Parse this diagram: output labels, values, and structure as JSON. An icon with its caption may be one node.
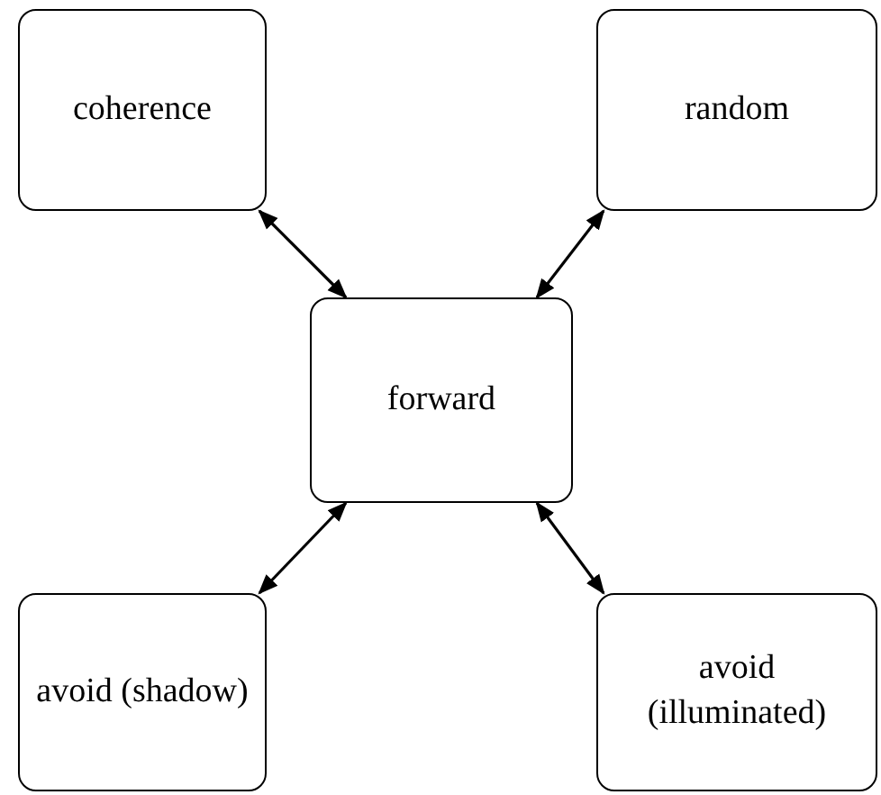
{
  "diagram": {
    "nodes": [
      {
        "text": [
          "coherence"
        ]
      },
      {
        "text": [
          "random"
        ]
      },
      {
        "text": [
          "forward"
        ]
      },
      {
        "text": [
          "avoid (shadow)"
        ]
      },
      {
        "text": [
          "avoid (illuminated)"
        ]
      }
    ],
    "edges": [
      {
        "from": 2,
        "to": 0,
        "arrow": "both"
      },
      {
        "from": 2,
        "to": 1,
        "arrow": "both"
      },
      {
        "from": 2,
        "to": 3,
        "arrow": "both"
      },
      {
        "from": 2,
        "to": 4,
        "arrow": "both"
      }
    ]
  }
}
